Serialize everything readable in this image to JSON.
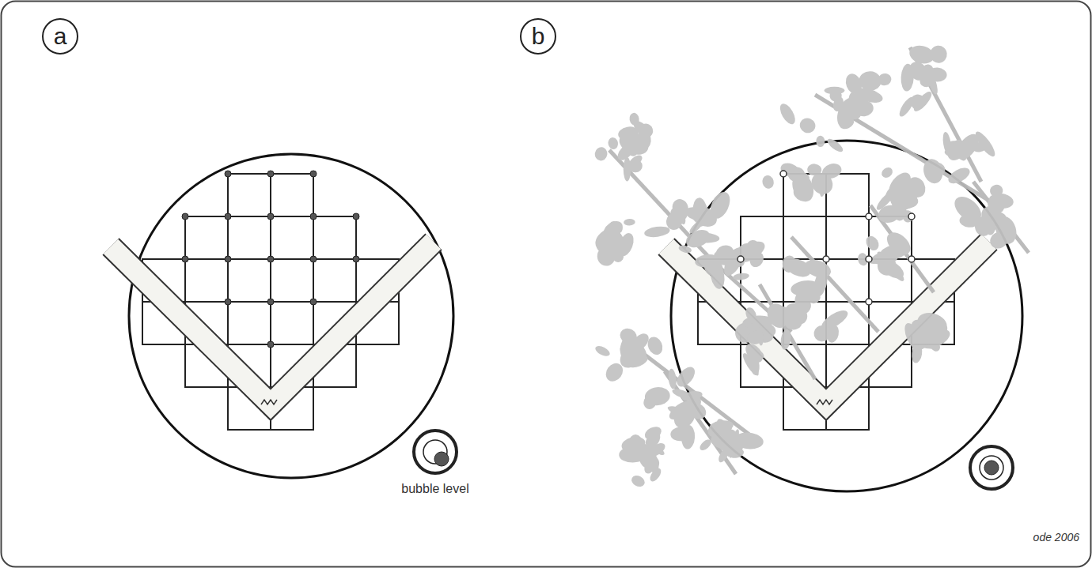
{
  "diagram": {
    "nodes": [
      {
        "text": [
          "a"
        ]
      },
      {
        "text": [
          "b"
        ]
      }
    ],
    "labels": [
      "bubble level",
      "ode 2006"
    ]
  }
}
